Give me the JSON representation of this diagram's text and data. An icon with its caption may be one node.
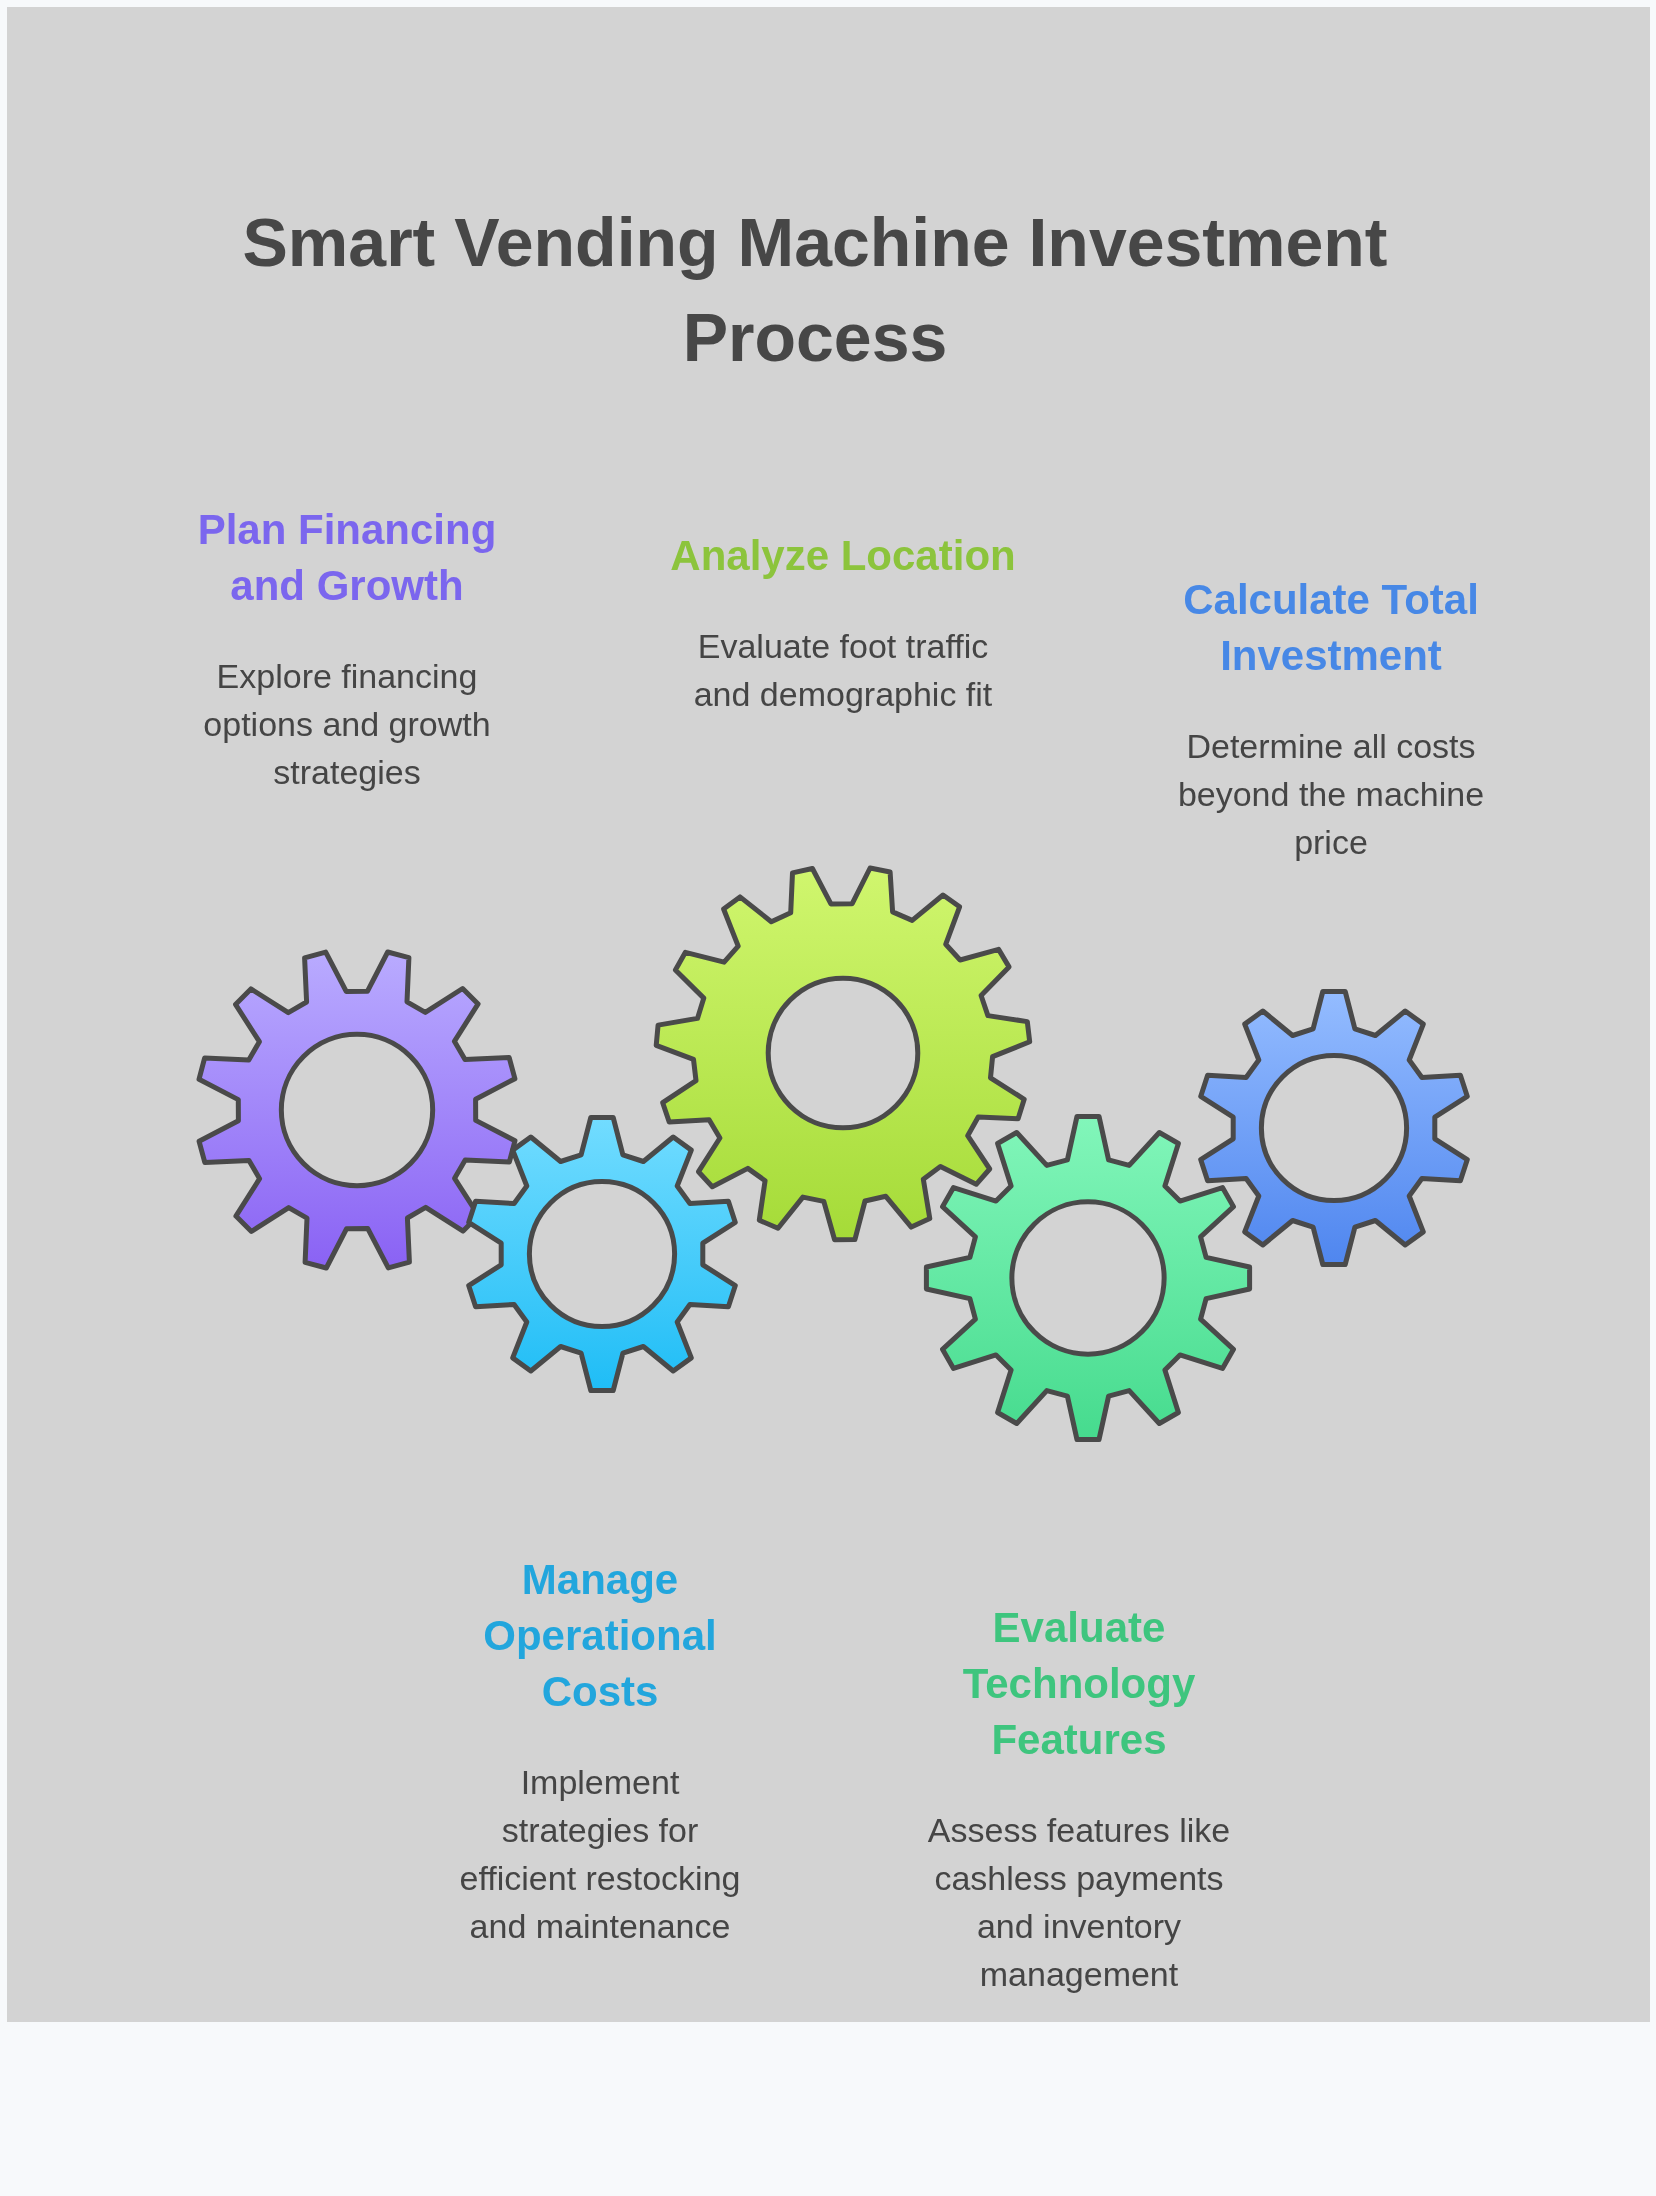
{
  "diagram": {
    "title": "Smart Vending Machine Investment Process",
    "nodes": [
      {
        "text": [],
        "shape": "gear",
        "beside": [
          "Plan Financing and Growth",
          "Explore financing options and growth strategies"
        ]
      },
      {
        "text": [],
        "shape": "gear",
        "beside": [
          "Manage Operational Costs",
          "Implement strategies for efficient restocking and maintenance"
        ]
      },
      {
        "text": [],
        "shape": "gear",
        "beside": [
          "Analyze Location",
          "Evaluate foot traffic and demographic fit"
        ]
      },
      {
        "text": [],
        "shape": "gear",
        "beside": [
          "Evaluate Technology Features",
          "Assess features like cashless payments and inventory management"
        ]
      },
      {
        "text": [],
        "shape": "gear",
        "beside": [
          "Calculate Total Investment",
          "Determine all costs beyond the machine price"
        ]
      }
    ]
  }
}
